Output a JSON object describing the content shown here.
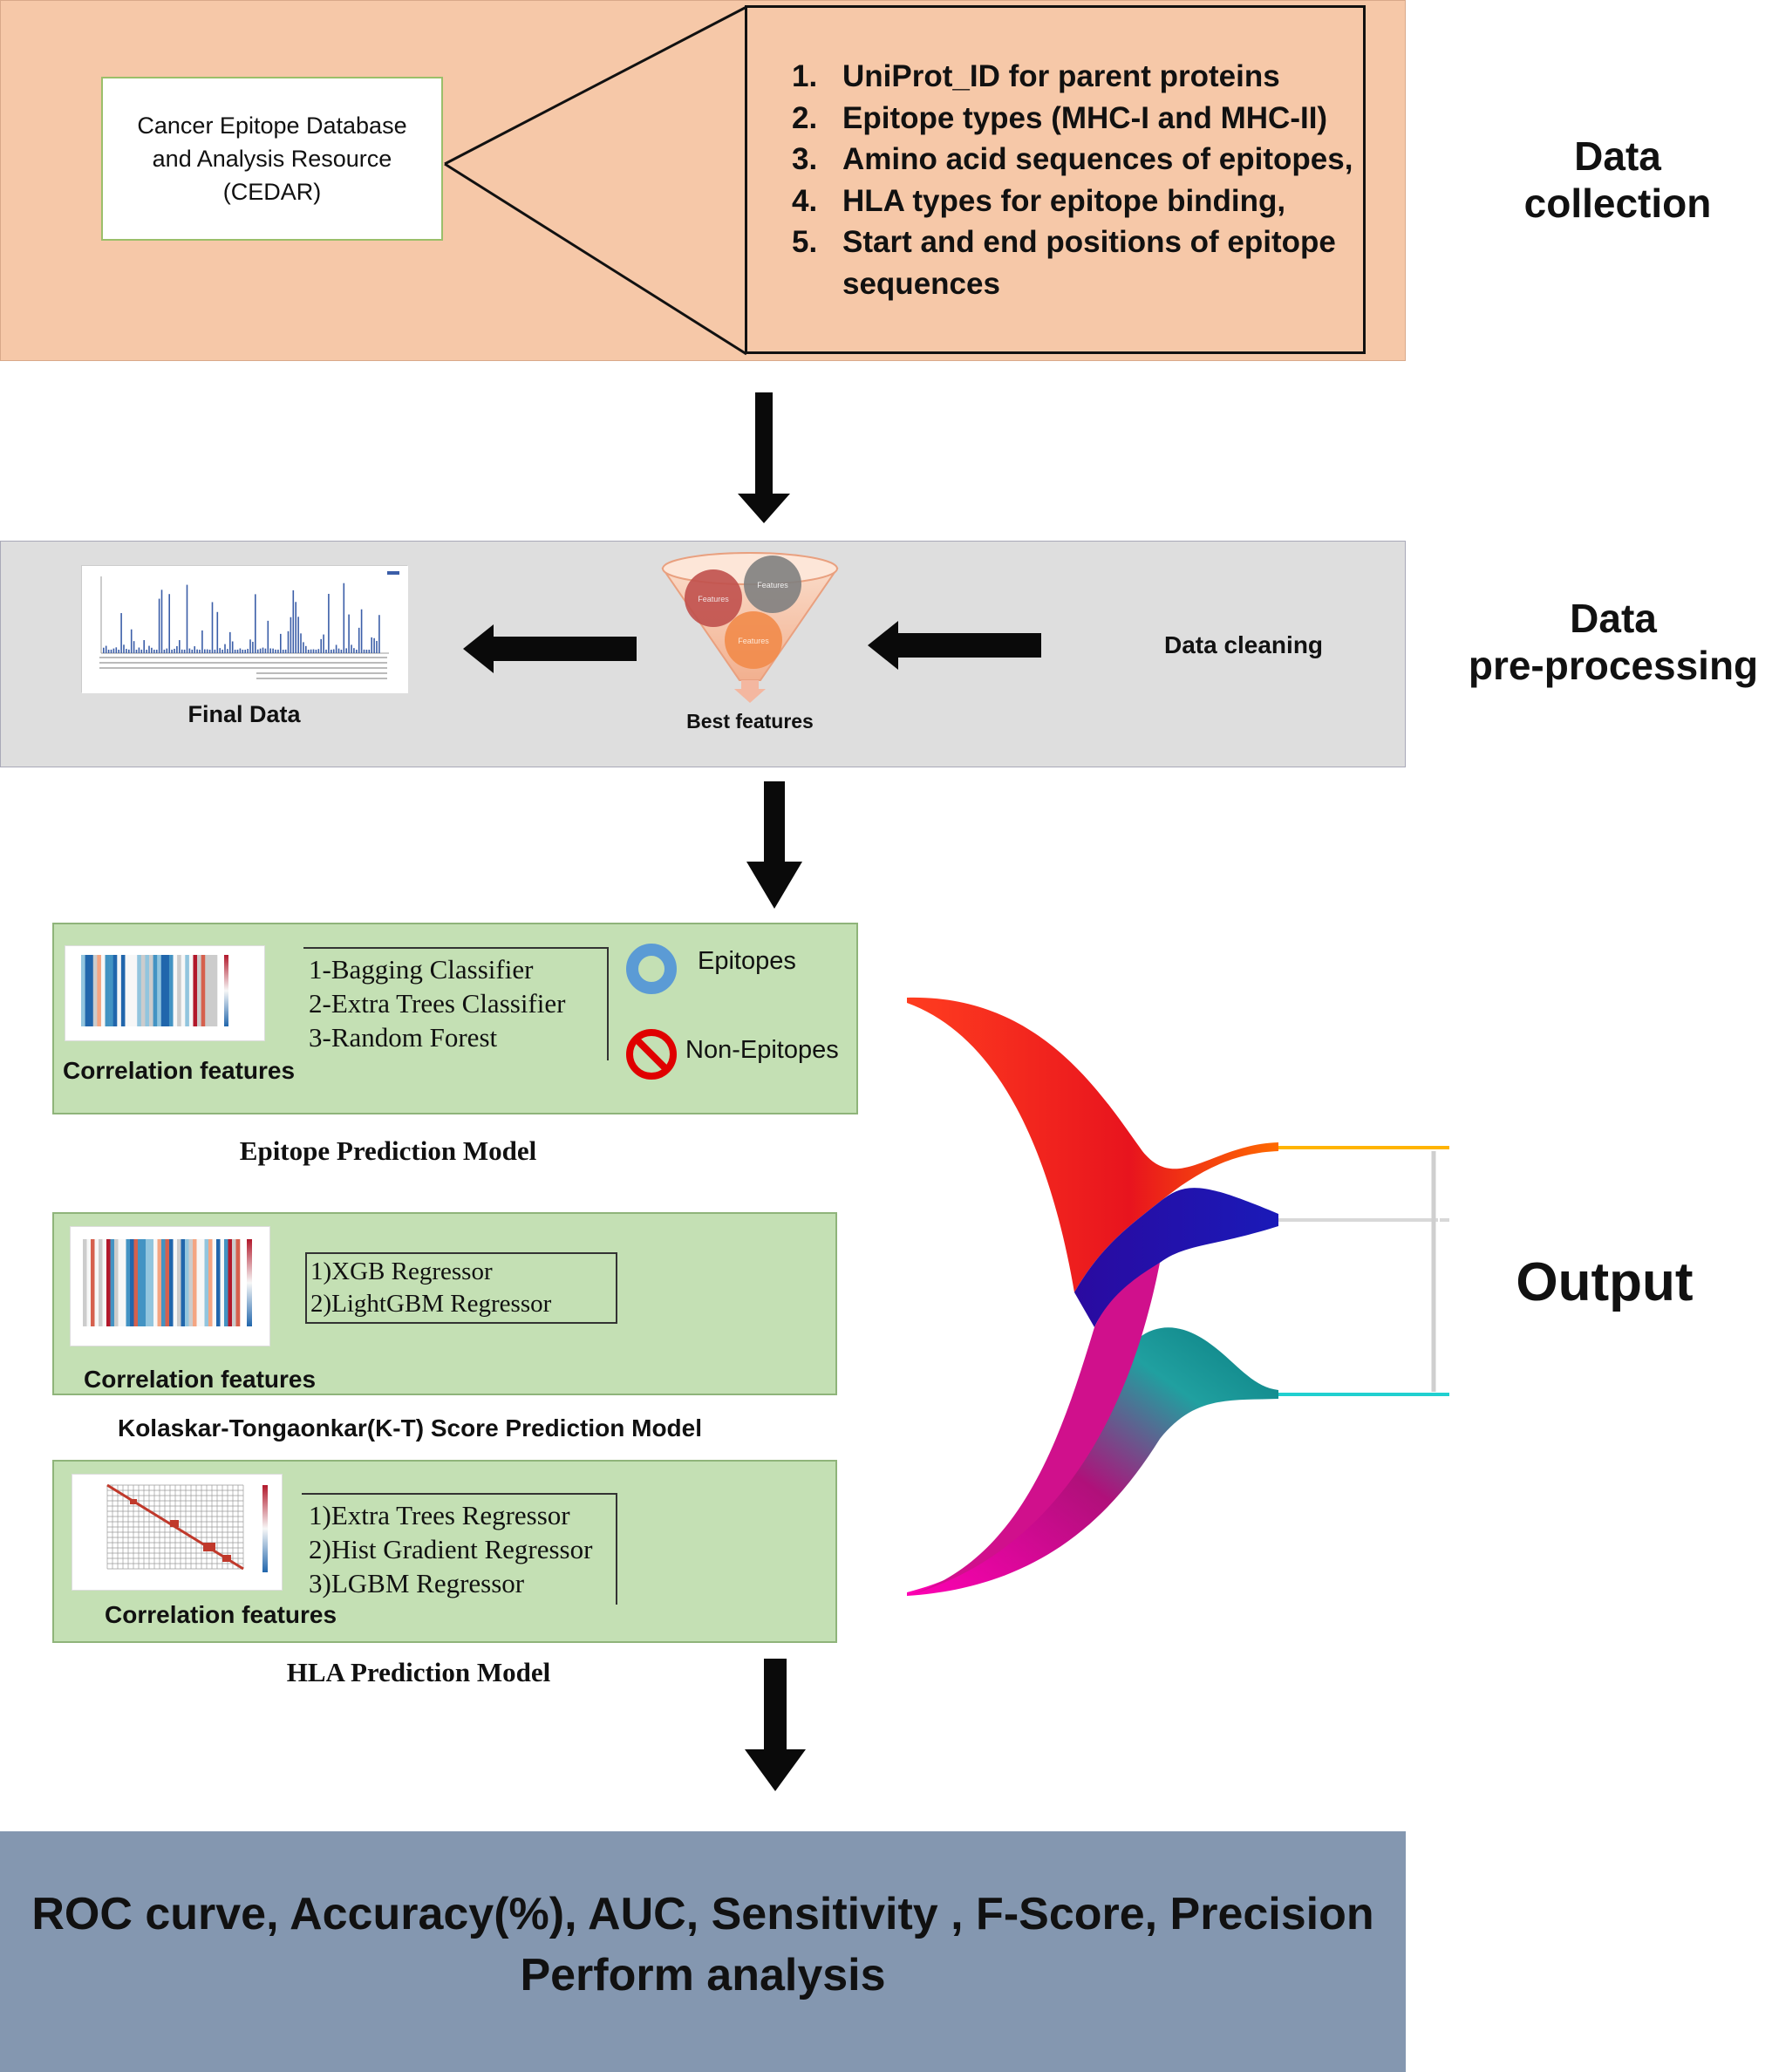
{
  "collection": {
    "source_box": "Cancer Epitope Database\nand Analysis Resource\n(CEDAR)",
    "fields": [
      {
        "num": "1.",
        "text": "UniProt_ID for parent proteins"
      },
      {
        "num": "2.",
        "text": "Epitope types (MHC-I and MHC-II)"
      },
      {
        "num": "3.",
        "text": "Amino acid sequences of epitopes,"
      },
      {
        "num": "4.",
        "text": "HLA types for epitope binding,"
      },
      {
        "num": "5.",
        "text": "Start and end  positions of epitope sequences"
      }
    ],
    "stage_label": "Data\ncollection"
  },
  "preprocessing": {
    "final_data_label": "Final Data",
    "best_features_label": "Best features",
    "funnel_circle_label": "Features",
    "data_cleaning_label": "Data cleaning",
    "stage_label": "Data\npre-processing"
  },
  "epitope_model": {
    "corr_label": "Correlation features",
    "algorithms": [
      "1-Bagging Classifier",
      "2-Extra Trees Classifier",
      "3-Random Forest"
    ],
    "epitopes_label": "Epitopes",
    "non_epitopes_label": "Non-Epitopes",
    "caption": "Epitope Prediction Model"
  },
  "kt_model": {
    "corr_label": "Correlation features",
    "algorithms": [
      "1)XGB Regressor",
      "2)LightGBM Regressor"
    ],
    "caption": "Kolaskar-Tongaonkar(K-T) Score Prediction Model"
  },
  "hla_model": {
    "corr_label": "Correlation features",
    "algorithms": [
      "1)Extra Trees Regressor",
      "2)Hist Gradient Regressor",
      "3)LGBM Regressor"
    ],
    "caption": "HLA Prediction Model"
  },
  "output_label": "Output",
  "results": {
    "line1": "ROC curve, Accuracy(%), AUC, Sensitivity , F-Score, Precision",
    "line2": "Perform analysis"
  },
  "colors": {
    "collection_band": "#f6c8a8",
    "preprocessing_band": "#dedede",
    "model_box": "#c4e0b4",
    "results_band": "#8497b0",
    "output_top": "#ff2a1a",
    "output_mid": "#1a1aa8",
    "output_bottom": "#0a8a8a"
  }
}
